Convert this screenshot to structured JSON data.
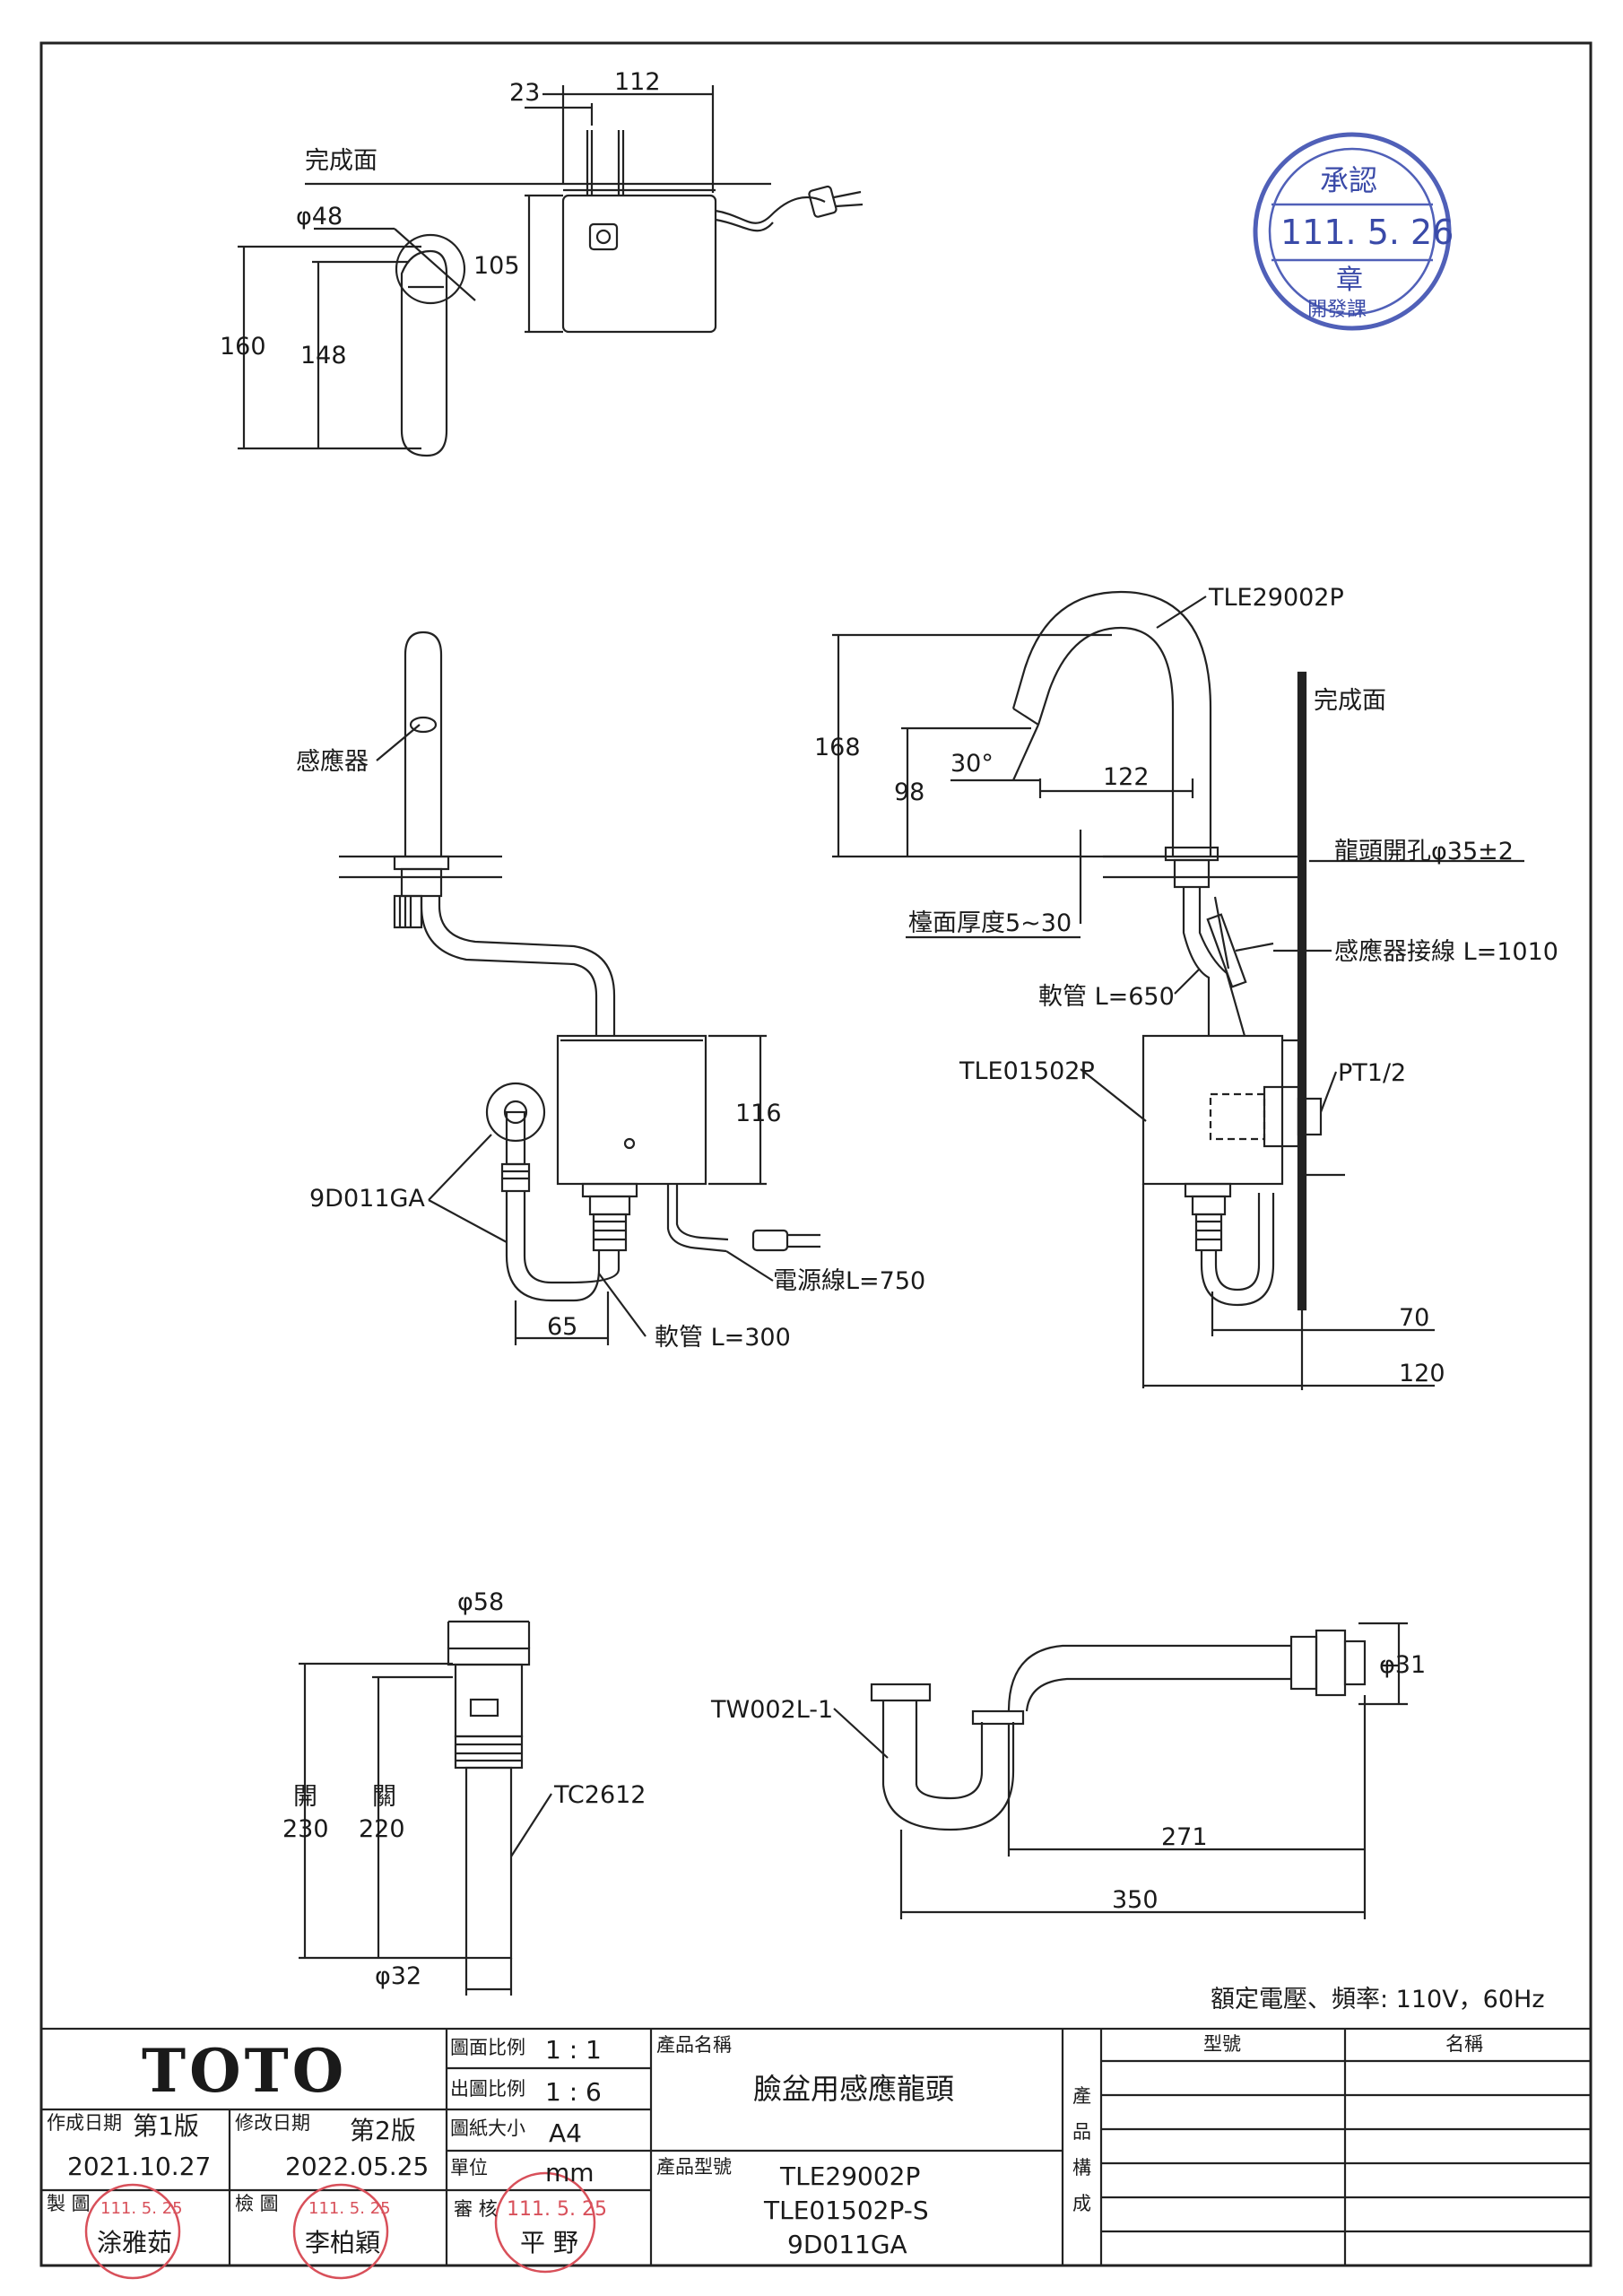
{
  "view1": {
    "dim_23": "23",
    "dim_112": "112",
    "surface_label": "完成面",
    "dim_phi48": "φ48",
    "dim_105": "105",
    "dim_160": "160",
    "dim_148": "148"
  },
  "view2": {
    "sensor_label": "感應器",
    "dim_116": "116",
    "valve_label": "9D011GA",
    "power_cord_label": "電源線L=750",
    "dim_65": "65",
    "hose_label": "軟管 L=300"
  },
  "view3": {
    "faucet_model": "TLE29002P",
    "surface_label": "完成面",
    "dim_168": "168",
    "angle_30": "30°",
    "dim_122": "122",
    "dim_98": "98",
    "hole_label": "龍頭開孔φ35±2",
    "counter_label": "檯面厚度5~30",
    "sensor_wire_label": "感應器接線 L=1010",
    "hose_label": "軟管 L=650",
    "box_model": "TLE01502P",
    "thread_label": "PT1/2",
    "dim_70": "70",
    "dim_120": "120"
  },
  "view4": {
    "dim_phi58": "φ58",
    "open_label": "開",
    "closed_label": "關",
    "dim_230": "230",
    "dim_220": "220",
    "model": "TC2612",
    "dim_phi32": "φ32"
  },
  "view5": {
    "model": "TW002L-1",
    "dim_phi31": "φ31",
    "dim_271": "271",
    "dim_350": "350"
  },
  "rated_text": "額定電壓、頻率: 110V，60Hz",
  "stamp": {
    "top_chars": "承認",
    "date": "111. 5. 26",
    "center_char": "章",
    "bottom_chars": "開發課"
  },
  "title_block": {
    "logo": "TOTO",
    "created_label": "作成日期",
    "created_version": "第1版",
    "created_date": "2021.10.27",
    "revised_label": "修改日期",
    "revised_version": "第2版",
    "revised_date": "2022.05.25",
    "drawn_label": "製  圖",
    "drawn_by": "涂雅茹",
    "checked_label": "檢  圖",
    "checked_by": "李柏穎",
    "scale_label": "圖面比例",
    "scale_value": "1 : 1",
    "print_scale_label": "出圖比例",
    "print_scale_value": "1 : 6",
    "paper_label": "圖紙大小",
    "paper_value": "A4",
    "unit_label": "單位",
    "unit_value": "mm",
    "review_label": "審  核",
    "review_date": "111. 5. 25",
    "review_by": "平  野",
    "small_stamp_date_1": "111. 5. 25",
    "small_stamp_date_2": "111. 5. 25",
    "product_name_label": "產品名稱",
    "product_name": "臉盆用感應龍頭",
    "product_model_label": "產品型號",
    "models": [
      "TLE29002P",
      "TLE01502P-S",
      "9D011GA"
    ],
    "composition_chars": [
      "產",
      "品",
      "構",
      "成"
    ],
    "col_model": "型號",
    "col_name": "名稱"
  }
}
